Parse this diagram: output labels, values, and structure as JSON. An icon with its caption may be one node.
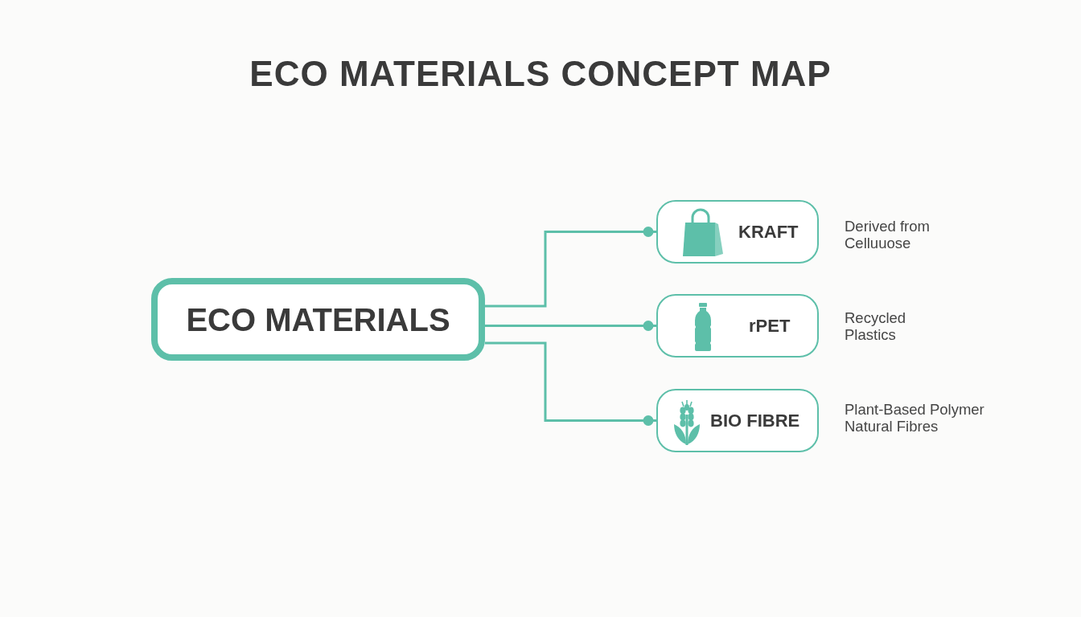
{
  "diagram": {
    "title": "ECO MATERIALS CONCEPT MAP",
    "nodes": [
      {
        "text": [
          "ECO MATERIALS"
        ]
      },
      {
        "text": [
          "KRAFT"
        ],
        "beside": [
          "Derived from Celluuose"
        ]
      },
      {
        "text": [
          "rPET"
        ],
        "beside": [
          "Recycled Plastics"
        ]
      },
      {
        "text": [
          "BIO FIBRE"
        ],
        "beside": [
          "Plant-Based Polymer Natural Fibres"
        ]
      }
    ],
    "edges": [
      {
        "from": 0,
        "to": 1,
        "arrow": "other"
      },
      {
        "from": 0,
        "to": 2,
        "arrow": "other"
      },
      {
        "from": 0,
        "to": 3,
        "arrow": "other"
      }
    ]
  }
}
